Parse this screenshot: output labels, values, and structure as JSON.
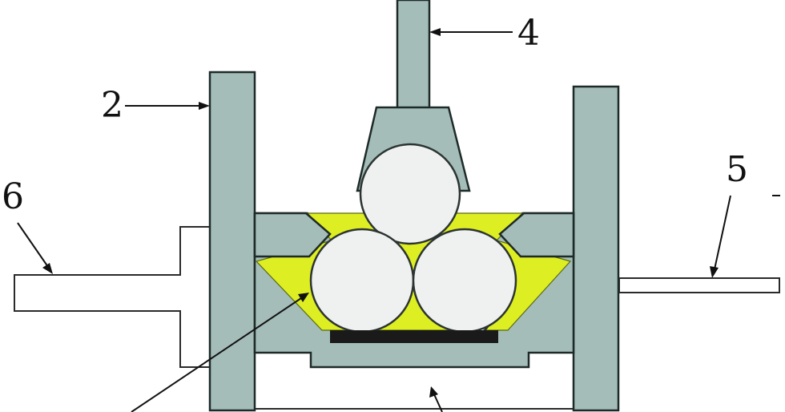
{
  "diagram": {
    "callouts": [
      {
        "id": "callout-2",
        "text": "2"
      },
      {
        "id": "callout-4",
        "text": "4"
      },
      {
        "id": "callout-5",
        "text": "5"
      },
      {
        "id": "callout-6",
        "text": "6"
      }
    ],
    "colors": {
      "steel": "#a4bdb9",
      "powder": "#ddee22",
      "ball": "#eef1f0",
      "pad": "#1a1a1a",
      "outline": "#1e2a28"
    }
  }
}
